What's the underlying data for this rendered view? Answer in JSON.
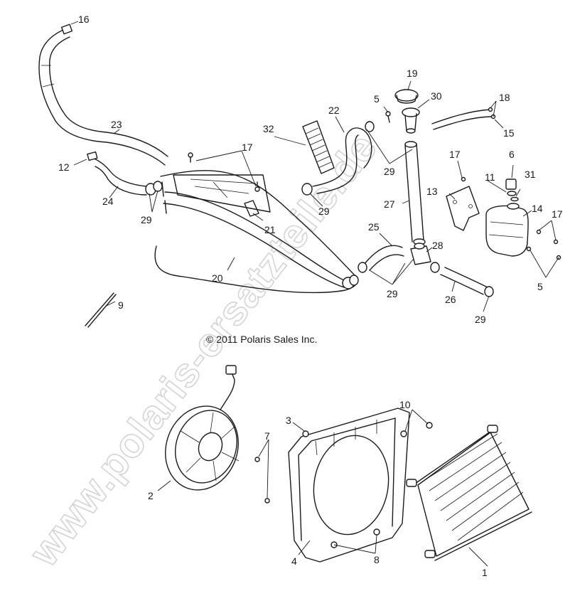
{
  "diagram": {
    "copyright": "© 2011 Polaris Sales Inc.",
    "watermark": "www.polaris-ersatzteile.de",
    "callouts": {
      "c1": "1",
      "c2": "2",
      "c3": "3",
      "c4": "4",
      "c5a": "5",
      "c5b": "5",
      "c6": "6",
      "c7": "7",
      "c8": "8",
      "c9": "9",
      "c10": "10",
      "c11": "11",
      "c12": "12",
      "c13": "13",
      "c14": "14",
      "c15": "15",
      "c16": "16",
      "c17a": "17",
      "c17b": "17",
      "c17c": "17",
      "c18": "18",
      "c19": "19",
      "c20": "20",
      "c21": "21",
      "c22": "22",
      "c23": "23",
      "c24": "24",
      "c25": "25",
      "c26": "26",
      "c27": "27",
      "c28": "28",
      "c29a": "29",
      "c29b": "29",
      "c29c": "29",
      "c29d": "29",
      "c29e": "29",
      "c30": "30",
      "c31": "31",
      "c32": "32"
    }
  }
}
